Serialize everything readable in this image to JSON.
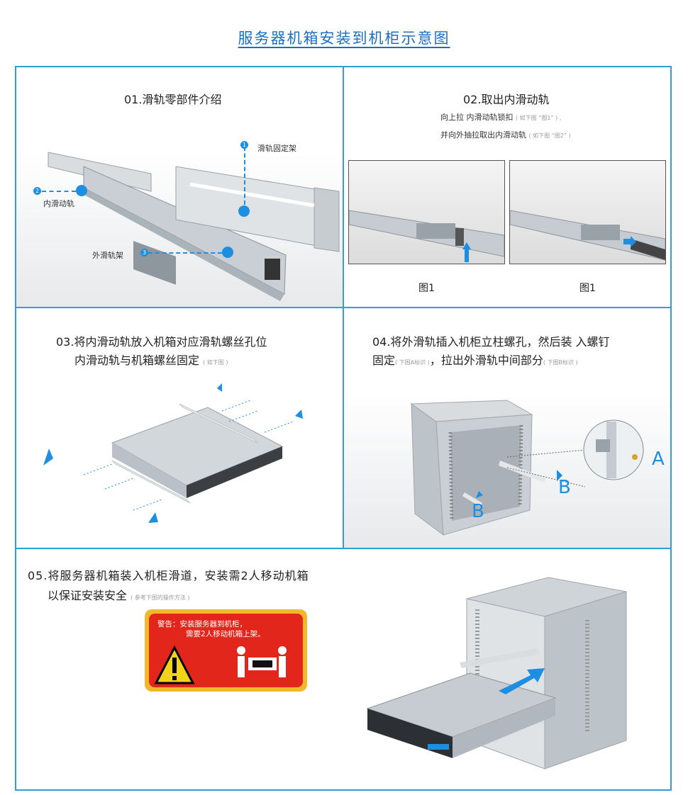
{
  "title": "服务器机箱安装到机柜示意图",
  "step1": {
    "heading": "01.滑轨零部件介绍",
    "callouts": [
      {
        "num": "1",
        "label": "滑轨固定架"
      },
      {
        "num": "2",
        "label": "内滑动轨"
      },
      {
        "num": "3",
        "label": "外滑轨架"
      }
    ]
  },
  "step2": {
    "heading": "02.取出内滑动轨",
    "line1_main": "向上拉 内滑动轨锁扣",
    "line1_small": "( 如下图 “图1” ) ,",
    "line2_main": "并向外抽拉取出内滑动轨",
    "line2_small": "( 如下图 “图2” )",
    "captions": [
      "图1",
      "图1"
    ]
  },
  "step3": {
    "heading_line1": "03.将内滑动轨放入机箱对应滑轨螺丝孔位",
    "heading_line2": "内滑动轨与机箱螺丝固定",
    "heading_small": "( 如下图 )"
  },
  "step4": {
    "heading_line1": "04.将外滑轨插入机柜立柱螺孔，然后装 入螺钉",
    "heading_line2_a": "固定",
    "heading_small_a": "( 下图A标识 )",
    "heading_line2_b": "，拉出外滑轨中间部分",
    "heading_small_b": "( 下图B标识 )",
    "letters": [
      "A",
      "B",
      "B"
    ]
  },
  "step5": {
    "heading_line1": "05.将服务器机箱装入机柜滑道，安装需2人移动机箱",
    "heading_line2": "以保证安装安全",
    "heading_small": "( 参考下图的操作方法 )",
    "warning_line1": "警告：安装服务器到机柜，",
    "warning_line2": "需要2人移动机箱上架。"
  },
  "colors": {
    "accent": "#2f9fd8",
    "title": "#1b6fc2",
    "dot": "#1e8ee0",
    "warn_red": "#e2261c",
    "warn_yellow": "#f3b72a"
  }
}
